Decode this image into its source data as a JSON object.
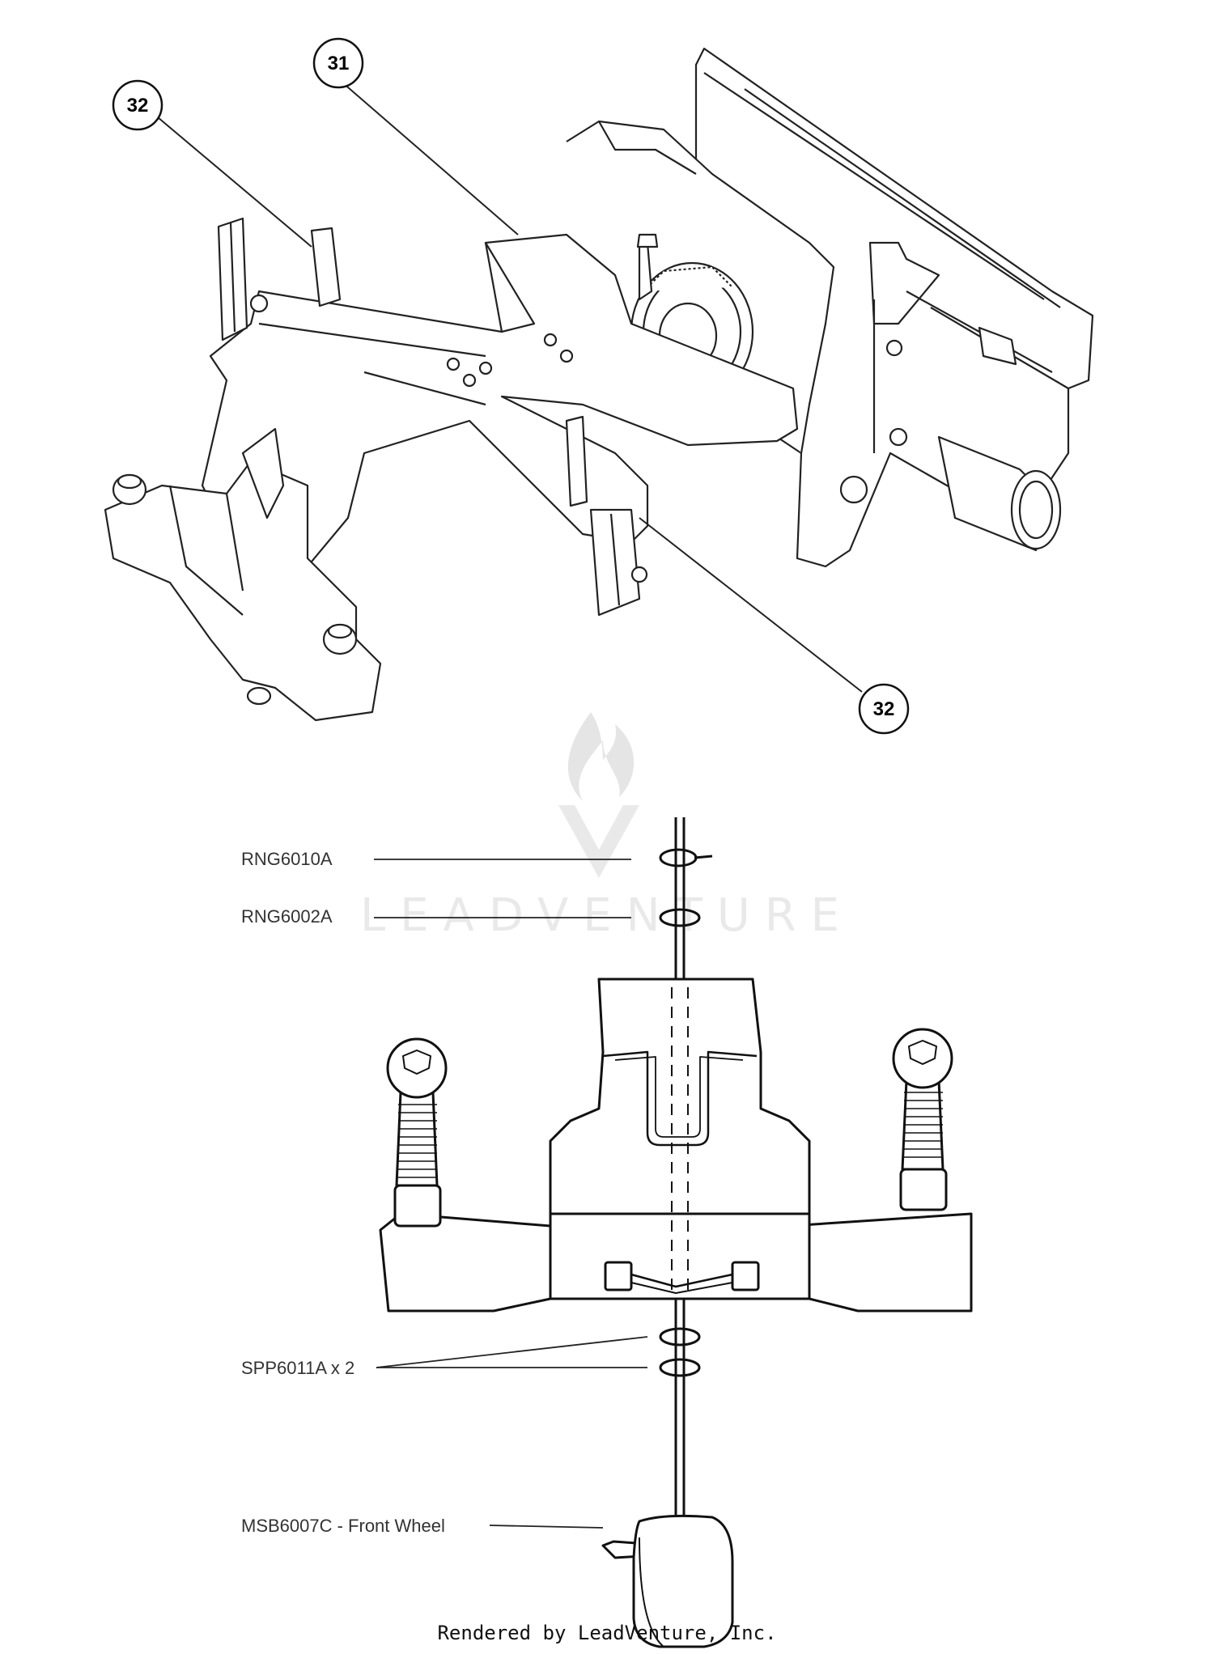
{
  "callouts": {
    "c31": "31",
    "c32_top": "32",
    "c32_bottom": "32"
  },
  "watermark": {
    "brand": "LEADVENTURE"
  },
  "part_labels": {
    "rng6010a": "RNG6010A",
    "rng6002a": "RNG6002A",
    "spp6011a": "SPP6011A x 2",
    "msb6007c": "MSB6007C - Front Wheel"
  },
  "footer": {
    "rendered_by": "Rendered by LeadVenture, Inc."
  }
}
